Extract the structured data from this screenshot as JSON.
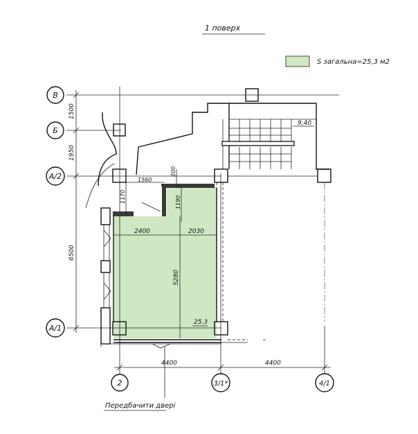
{
  "title": "1 поверх",
  "legend": {
    "label": "S загальна=25,3 м2",
    "color": "#cfe8c3"
  },
  "axes_rows": [
    "В",
    "Б",
    "А/2",
    "А/1"
  ],
  "axes_cols": [
    "2",
    "3/1*",
    "4/1"
  ],
  "dimensions": {
    "v_1500": "1500",
    "v_1950": "1950",
    "v_6500": "6500",
    "d_1560": "1560",
    "d_200": "200",
    "d_1170": "1170",
    "d_1190": "1190",
    "d_2400": "2400",
    "d_2030": "2030",
    "d_5280": "5280",
    "d_4400_a": "4400",
    "d_4400_b": "4400"
  },
  "stair_level": "9,40",
  "area_value": "25.3",
  "door_note": "Передбачити двері",
  "colors": {
    "area_fill": "#cfe8c3",
    "wall_dark": "#3a3a3a",
    "line": "#111111"
  }
}
